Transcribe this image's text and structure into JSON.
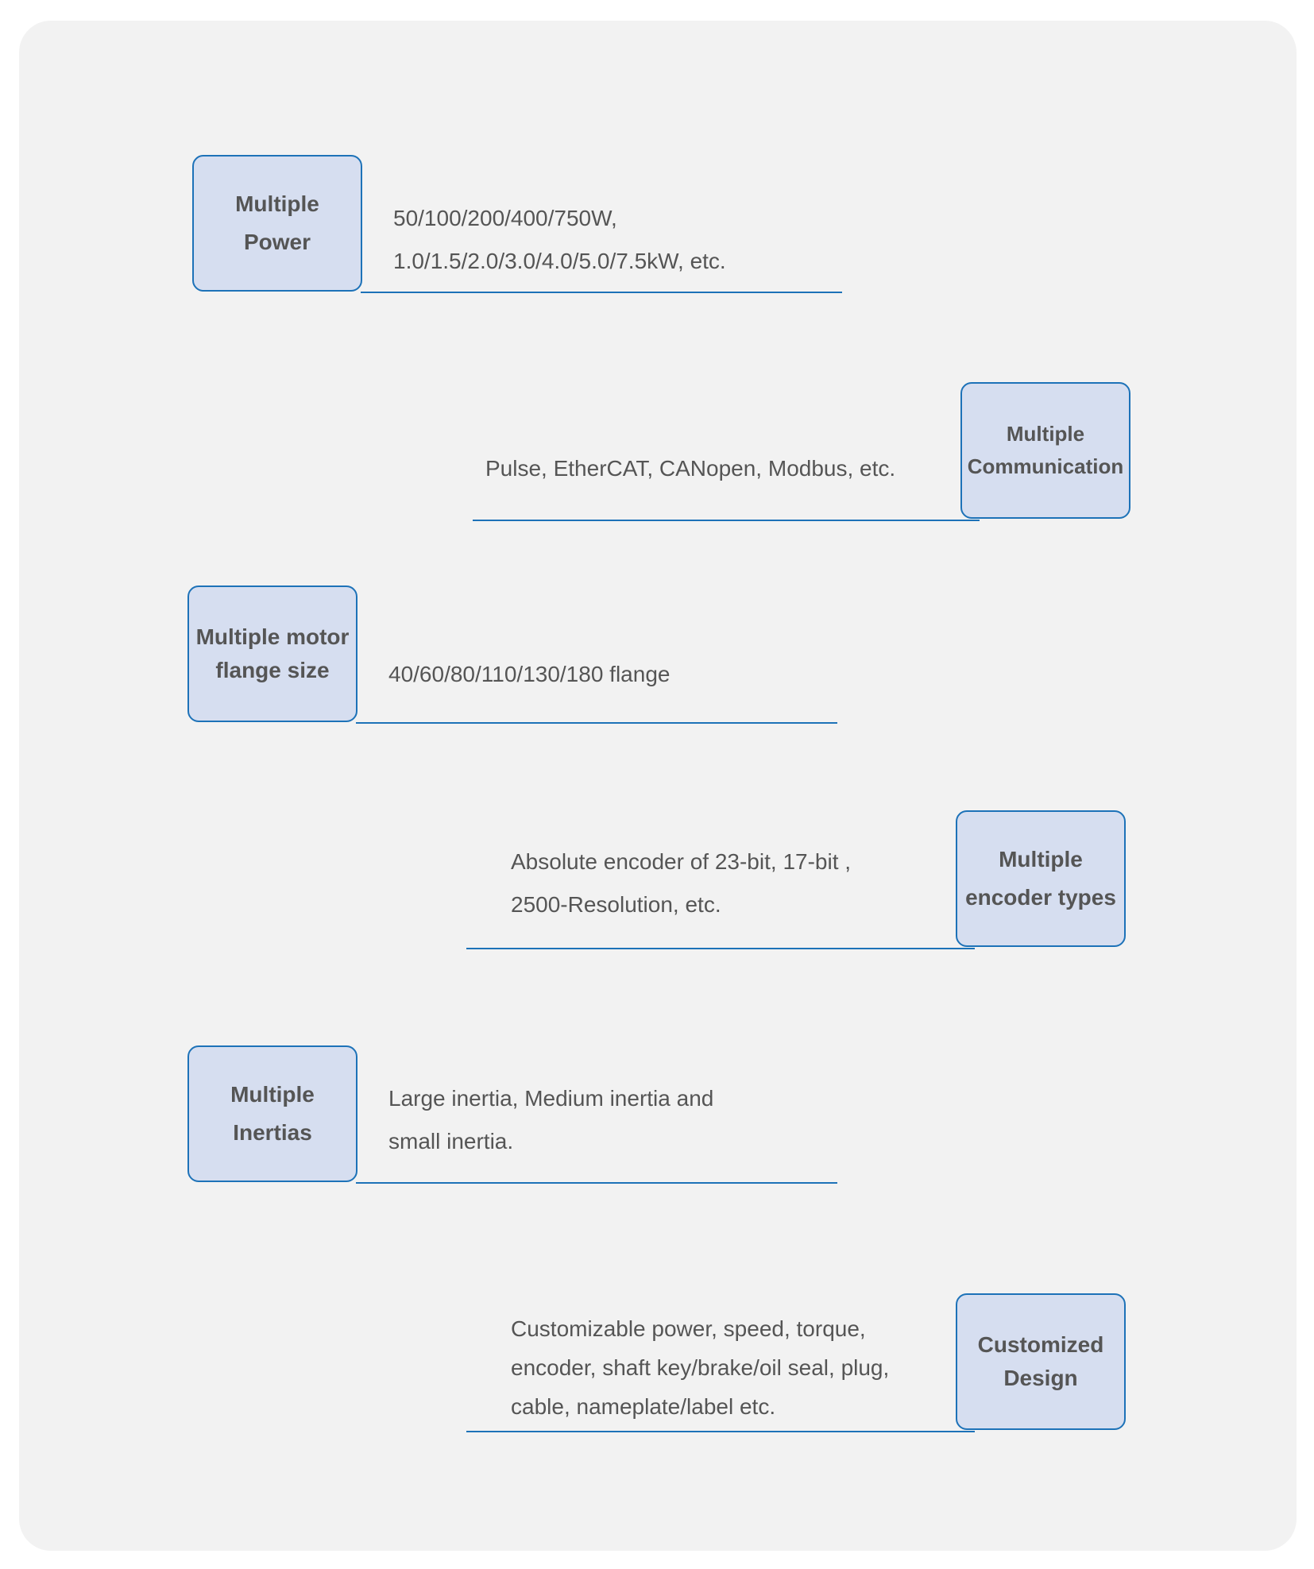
{
  "features": [
    {
      "title_lines": [
        "Multiple",
        "Power"
      ],
      "desc_lines": [
        "50/100/200/400/750W,",
        "1.0/1.5/2.0/3.0/4.0/5.0/7.5kW, etc."
      ]
    },
    {
      "title_lines": [
        "Multiple",
        "Communication"
      ],
      "desc_lines": [
        "Pulse, EtherCAT, CANopen, Modbus, etc."
      ]
    },
    {
      "title_lines": [
        "Multiple motor",
        "flange size"
      ],
      "desc_lines": [
        "40/60/80/110/130/180 flange"
      ]
    },
    {
      "title_lines": [
        "Multiple",
        "encoder types"
      ],
      "desc_lines": [
        "Absolute encoder of 23-bit, 17-bit ,",
        "2500-Resolution, etc."
      ]
    },
    {
      "title_lines": [
        "Multiple",
        "Inertias"
      ],
      "desc_lines": [
        "Large inertia, Medium inertia and",
        "small inertia."
      ]
    },
    {
      "title_lines": [
        "Customized",
        "Design"
      ],
      "desc_lines": [
        "Customizable power, speed, torque,",
        "encoder, shaft key/brake/oil seal, plug,",
        "cable, nameplate/label etc."
      ]
    }
  ],
  "colors": {
    "panel_background": "#f2f2f2",
    "box_fill": "#d6def0",
    "accent_line": "#1d72b8",
    "text": "#555555"
  }
}
